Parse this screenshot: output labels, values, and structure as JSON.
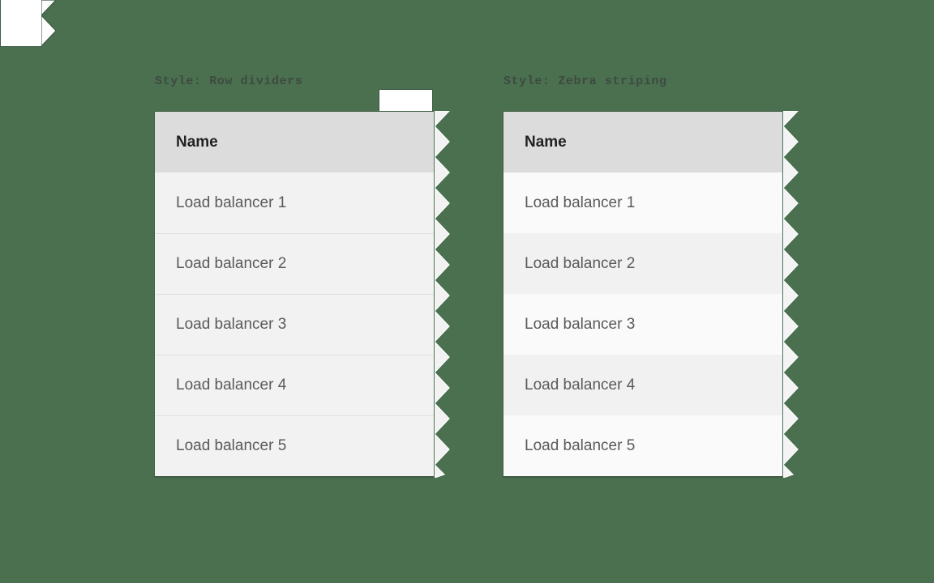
{
  "background_color": "#4a7050",
  "panels": [
    {
      "id": "row-dividers",
      "title": "Style: Row dividers",
      "style_variant": "row-dividers",
      "header": {
        "columns": [
          "Name"
        ]
      },
      "rows": [
        "Load balancer 1",
        "Load balancer 2",
        "Load balancer 3",
        "Load balancer 4",
        "Load balancer 5"
      ],
      "colors": {
        "header_bg": "#dcdcdc",
        "header_text": "#212121",
        "row_bg": "#f2f2f2",
        "row_text": "#5a5a5a",
        "divider": "#e0e0e0",
        "border": "#3f5c44"
      },
      "has_top_tab": true,
      "has_bottom_tab": true
    },
    {
      "id": "zebra-striping",
      "title": "Style: Zebra striping",
      "style_variant": "zebra",
      "header": {
        "columns": [
          "Name"
        ]
      },
      "rows": [
        "Load balancer 1",
        "Load balancer 2",
        "Load balancer 3",
        "Load balancer 4",
        "Load balancer 5"
      ],
      "colors": {
        "header_bg": "#dcdcdc",
        "header_text": "#212121",
        "row_bg_odd": "#fafafa",
        "row_bg_even": "#f1f1f1",
        "row_text": "#5a5a5a",
        "border": "#3f5c44"
      },
      "has_top_tab": false,
      "has_bottom_tab": true
    }
  ]
}
